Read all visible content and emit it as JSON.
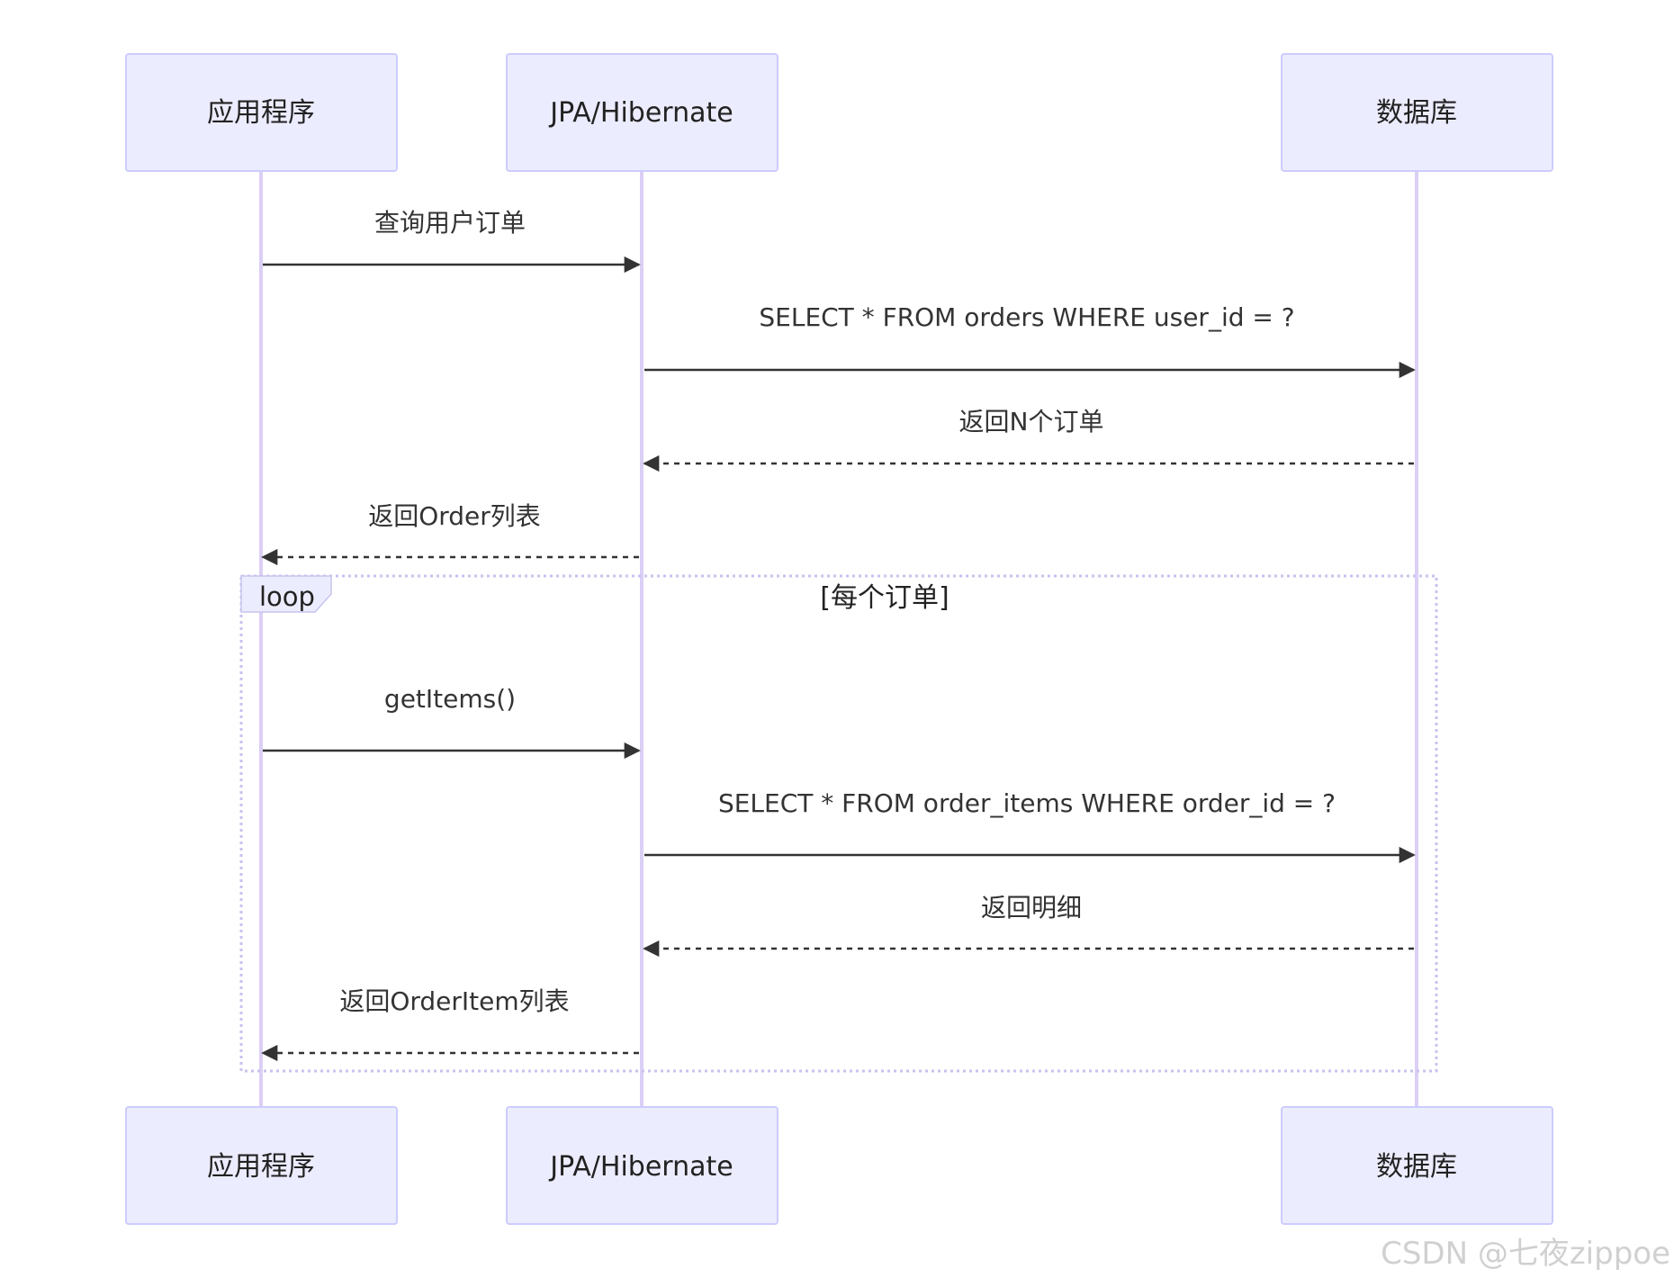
{
  "actors": [
    {
      "id": "app",
      "label": "应用程序"
    },
    {
      "id": "jpa",
      "label": "JPA/Hibernate"
    },
    {
      "id": "db",
      "label": "数据库"
    }
  ],
  "messages": [
    {
      "from": "app",
      "to": "jpa",
      "label": "查询用户订单",
      "style": "solid"
    },
    {
      "from": "jpa",
      "to": "db",
      "label": "SELECT * FROM orders WHERE user_id = ?",
      "style": "solid"
    },
    {
      "from": "db",
      "to": "jpa",
      "label": "返回N个订单",
      "style": "dashed"
    },
    {
      "from": "jpa",
      "to": "app",
      "label": "返回Order列表",
      "style": "dashed"
    },
    {
      "from": "app",
      "to": "jpa",
      "label": "getItems()",
      "style": "solid"
    },
    {
      "from": "jpa",
      "to": "db",
      "label": "SELECT * FROM order_items WHERE order_id = ?",
      "style": "solid"
    },
    {
      "from": "db",
      "to": "jpa",
      "label": "返回明细",
      "style": "dashed"
    },
    {
      "from": "jpa",
      "to": "app",
      "label": "返回OrderItem列表",
      "style": "dashed"
    }
  ],
  "loop": {
    "label": "loop",
    "condition": "[每个订单]"
  },
  "watermark": "CSDN @七夜zippoe",
  "colors": {
    "actor_fill": "#ECECFF",
    "actor_stroke": "#CCCCFF",
    "lifeline": "#DCCFF5",
    "arrow": "#333333"
  }
}
